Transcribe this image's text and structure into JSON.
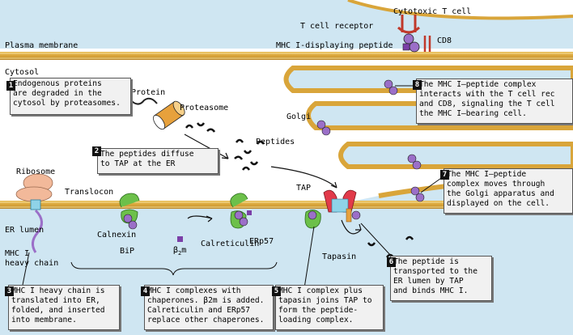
{
  "regions": {
    "cytotoxic_t_cell": "Cytotoxic T cell",
    "plasma_membrane": "Plasma membrane",
    "cytosol": "Cytosol",
    "golgi": "Golgi",
    "er_lumen": "ER lumen"
  },
  "molecules": {
    "t_cell_receptor": "T cell receptor",
    "mhc_displaying": "MHC I-displaying peptide",
    "cd8": "CD8",
    "protein": "Protein",
    "proteasome": "Proteasome",
    "peptides": "Peptides",
    "ribosome": "Ribosome",
    "translocon": "Translocon",
    "tap": "TAP",
    "calnexin": "Calnexin",
    "bip": "BiP",
    "b2m_main": "β",
    "b2m_sub": "2",
    "b2m_tail": "m",
    "calreticulin": "Calreticulin",
    "erp57": "ERp57",
    "tapasin": "Tapasin",
    "heavy_chain_1": "MHC I",
    "heavy_chain_2": "heavy chain"
  },
  "steps": [
    {
      "num": "1",
      "lines": [
        "Endogenous proteins",
        "are degraded in the",
        "cytosol by proteasomes."
      ]
    },
    {
      "num": "2",
      "lines": [
        "The peptides diffuse",
        "to TAP at the ER"
      ]
    },
    {
      "num": "3",
      "lines": [
        "MHC I heavy chain is",
        "translated into ER,",
        "folded, and inserted",
        "into membrane."
      ]
    },
    {
      "num": "4",
      "lines": [
        "MHC I complexes with",
        "chaperones. β2m is added.",
        "Calreticulin and ERp57",
        "replace other chaperones."
      ]
    },
    {
      "num": "5",
      "lines": [
        "MHC I complex plus",
        "tapasin joins TAP to",
        "form the peptide-",
        "loading complex."
      ]
    },
    {
      "num": "6",
      "lines": [
        "The peptide is",
        "transported to the",
        "ER lumen by TAP",
        "and binds MHC I."
      ]
    },
    {
      "num": "7",
      "lines": [
        "The MHC I–peptide",
        "complex moves through",
        "the Golgi apparatus and",
        "displayed on the cell."
      ]
    },
    {
      "num": "8",
      "lines": [
        "The MHC I–peptide complex",
        "interacts with the T cell rec",
        "and CD8, signaling the T cell",
        "the MHC I–bearing cell."
      ]
    }
  ],
  "colors": {
    "membrane": "#d9a53a",
    "membrane_edge": "#b8862a",
    "lumen": "#cfe6f2",
    "cytosol": "#ffffff",
    "mhc": "#9b6fc8",
    "chaperone": "#6cc04a",
    "tap": "#e23a4a",
    "tapasin": "#e7a13c",
    "ribosome": "#f2b99a",
    "box_bg": "#f1f1f1"
  }
}
